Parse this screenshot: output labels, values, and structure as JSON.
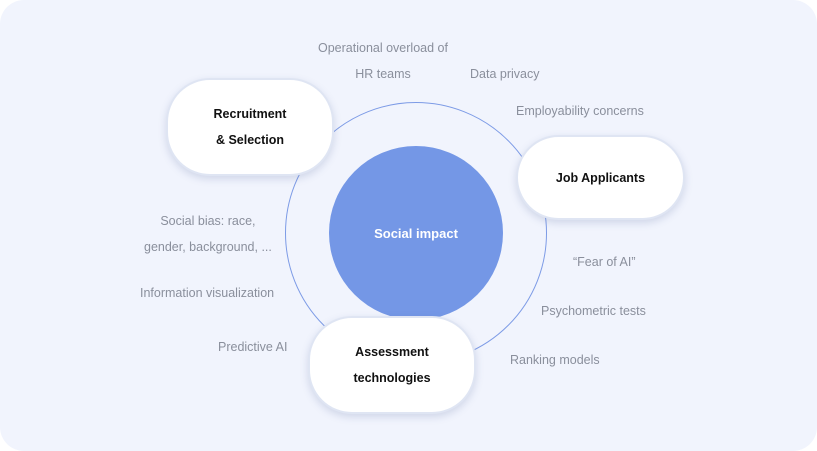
{
  "center": {
    "label": "Social impact"
  },
  "nodes": {
    "recruitment": {
      "line1": "Recruitment",
      "line2": "& Selection"
    },
    "job_applicants": {
      "label": "Job Applicants"
    },
    "assessment": {
      "line1": "Assessment",
      "line2": "technologies"
    }
  },
  "labels": {
    "operational_overload": {
      "line1": "Operational overload of",
      "line2": "HR teams"
    },
    "data_privacy": "Data privacy",
    "employability": "Employability concerns",
    "social_bias": {
      "line1": "Social bias: race,",
      "line2": "gender, background, ..."
    },
    "info_viz": "Information visualization",
    "predictive_ai": "Predictive AI",
    "fear_of_ai": "“Fear of AI”",
    "psychometric": "Psychometric tests",
    "ranking": "Ranking models"
  },
  "colors": {
    "background": "#f1f4fd",
    "core": "#7497e6",
    "ring": "#7d9be6",
    "label_text": "#8a8f9c"
  }
}
